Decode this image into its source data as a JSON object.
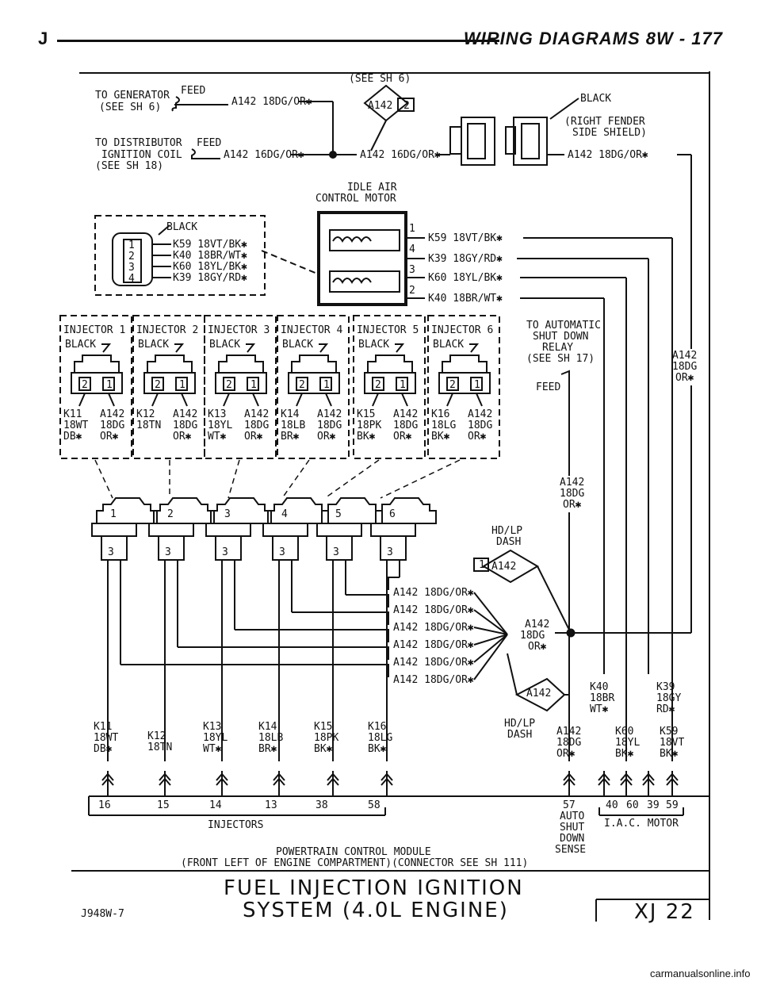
{
  "header": {
    "letter": "J",
    "title": "WIRING DIAGRAMS    8W - 177"
  },
  "top": {
    "see_sh6": "(SEE SH 6)",
    "gen1": "TO GENERATOR",
    "gen2": "(SEE SH 6)",
    "gen_feed": "FEED",
    "gen_wire": "A142 18DG/OR✱",
    "dist1": "TO DISTRIBUTOR",
    "dist2": "IGNITION COIL",
    "dist3": "(SEE SH 18)",
    "dist_feed": "FEED",
    "dist_wire": "A142 16DG/OR✱",
    "mid_wire": "A142 16DG/OR✱",
    "conn_a142": "A142",
    "conn_num": "2",
    "black": "BLACK",
    "fender1": "(RIGHT FENDER",
    "fender2": "SIDE SHIELD)",
    "right_wire": "A142 18DG/OR✱"
  },
  "iac": {
    "label1": "IDLE AIR",
    "label2": "CONTROL MOTOR",
    "conn_black": "BLACK",
    "conn_wires": [
      "K59 18VT/BK✱",
      "K40 18BR/WT✱",
      "K60 18YL/BK✱",
      "K39 18GY/RD✱"
    ],
    "pins": [
      "1",
      "2",
      "3",
      "4"
    ],
    "motor_wires": [
      "K59 18VT/BK✱",
      "K39 18GY/RD✱",
      "K60 18YL/BK✱",
      "K40 18BR/WT✱"
    ],
    "motor_pins": [
      "1",
      "4",
      "3",
      "2"
    ]
  },
  "asd": {
    "l1": "TO AUTOMATIC",
    "l2": "SHUT DOWN",
    "l3": "RELAY",
    "l4": "(SEE SH 17)",
    "feed": "FEED"
  },
  "side_wire": [
    "A142",
    "18DG",
    "OR✱"
  ],
  "mid_wire": [
    "A142",
    "18DG",
    "OR✱"
  ],
  "injectors": [
    {
      "name": "INJECTOR 1",
      "black": "BLACK",
      "w1": [
        "K11",
        "18WT",
        "DB✱"
      ],
      "w2": [
        "A142",
        "18DG",
        "OR✱"
      ]
    },
    {
      "name": "INJECTOR 2",
      "black": "BLACK",
      "w1": [
        "K12",
        "18TN",
        ""
      ],
      "w2": [
        "A142",
        "18DG",
        "OR✱"
      ]
    },
    {
      "name": "INJECTOR 3",
      "black": "BLACK",
      "w1": [
        "K13",
        "18YL",
        "WT✱"
      ],
      "w2": [
        "A142",
        "18DG",
        "OR✱"
      ]
    },
    {
      "name": "INJECTOR 4",
      "black": "BLACK",
      "w1": [
        "K14",
        "18LB",
        "BR✱"
      ],
      "w2": [
        "A142",
        "18DG",
        "OR✱"
      ]
    },
    {
      "name": "INJECTOR 5",
      "black": "BLACK",
      "w1": [
        "K15",
        "18PK",
        "BK✱"
      ],
      "w2": [
        "A142",
        "18DG",
        "OR✱"
      ]
    },
    {
      "name": "INJECTOR 6",
      "black": "BLACK",
      "w1": [
        "K16",
        "18LG",
        "BK✱"
      ],
      "w2": [
        "A142",
        "18DG",
        "OR✱"
      ]
    }
  ],
  "pin_labels": [
    "1",
    "2",
    "3",
    "4",
    "5",
    "6"
  ],
  "pin_glyph": "3",
  "splice": {
    "hdlp1": "HD/LP",
    "hdlp2": "DASH",
    "conn_num": "1",
    "conn_a142": "A142",
    "feeds": [
      "A142 18DG/OR✱",
      "A142 18DG/OR✱",
      "A142 18DG/OR✱",
      "A142 18DG/OR✱",
      "A142 18DG/OR✱",
      "A142 18DG/OR✱"
    ],
    "join": [
      "A142",
      "18DG",
      "OR✱"
    ],
    "bottom_a142": "A142",
    "hdlp3": "HD/LP",
    "hdlp4": "DASH"
  },
  "bottom_wires": [
    [
      "K11",
      "18WT",
      "DB✱"
    ],
    [
      "K12",
      "18TN",
      ""
    ],
    [
      "K13",
      "18YL",
      "WT✱"
    ],
    [
      "K14",
      "18LB",
      "BR✱"
    ],
    [
      "K15",
      "18PK",
      "BK✱"
    ],
    [
      "K16",
      "18LG",
      "BK✱"
    ],
    [
      "A142",
      "18DG",
      "OR✱"
    ],
    [
      "K40",
      "18BR",
      "WT✱"
    ],
    [
      "K60",
      "18YL",
      "BK✱"
    ],
    [
      "K39",
      "18GY",
      "RD✱"
    ],
    [
      "K59",
      "18VT",
      "BK✱"
    ]
  ],
  "pcm": {
    "pins": [
      "16",
      "15",
      "14",
      "13",
      "38",
      "58"
    ],
    "injectors": "INJECTORS",
    "asd_pin": "57",
    "asd1": "AUTO",
    "asd2": "SHUT",
    "asd3": "DOWN",
    "asd4": "SENSE",
    "iac_pins": [
      "40",
      "60",
      "39",
      "59"
    ],
    "iac_label": "I.A.C. MOTOR",
    "name": "POWERTRAIN CONTROL MODULE",
    "loc": "(FRONT LEFT OF ENGINE COMPARTMENT)(CONNECTOR SEE SH 111)"
  },
  "footer": {
    "title1": "FUEL INJECTION IGNITION",
    "title2": "SYSTEM (4.0L ENGINE)",
    "code": "J948W-7",
    "sheet": "XJ 22"
  },
  "watermark": "carmanualsonline.info"
}
